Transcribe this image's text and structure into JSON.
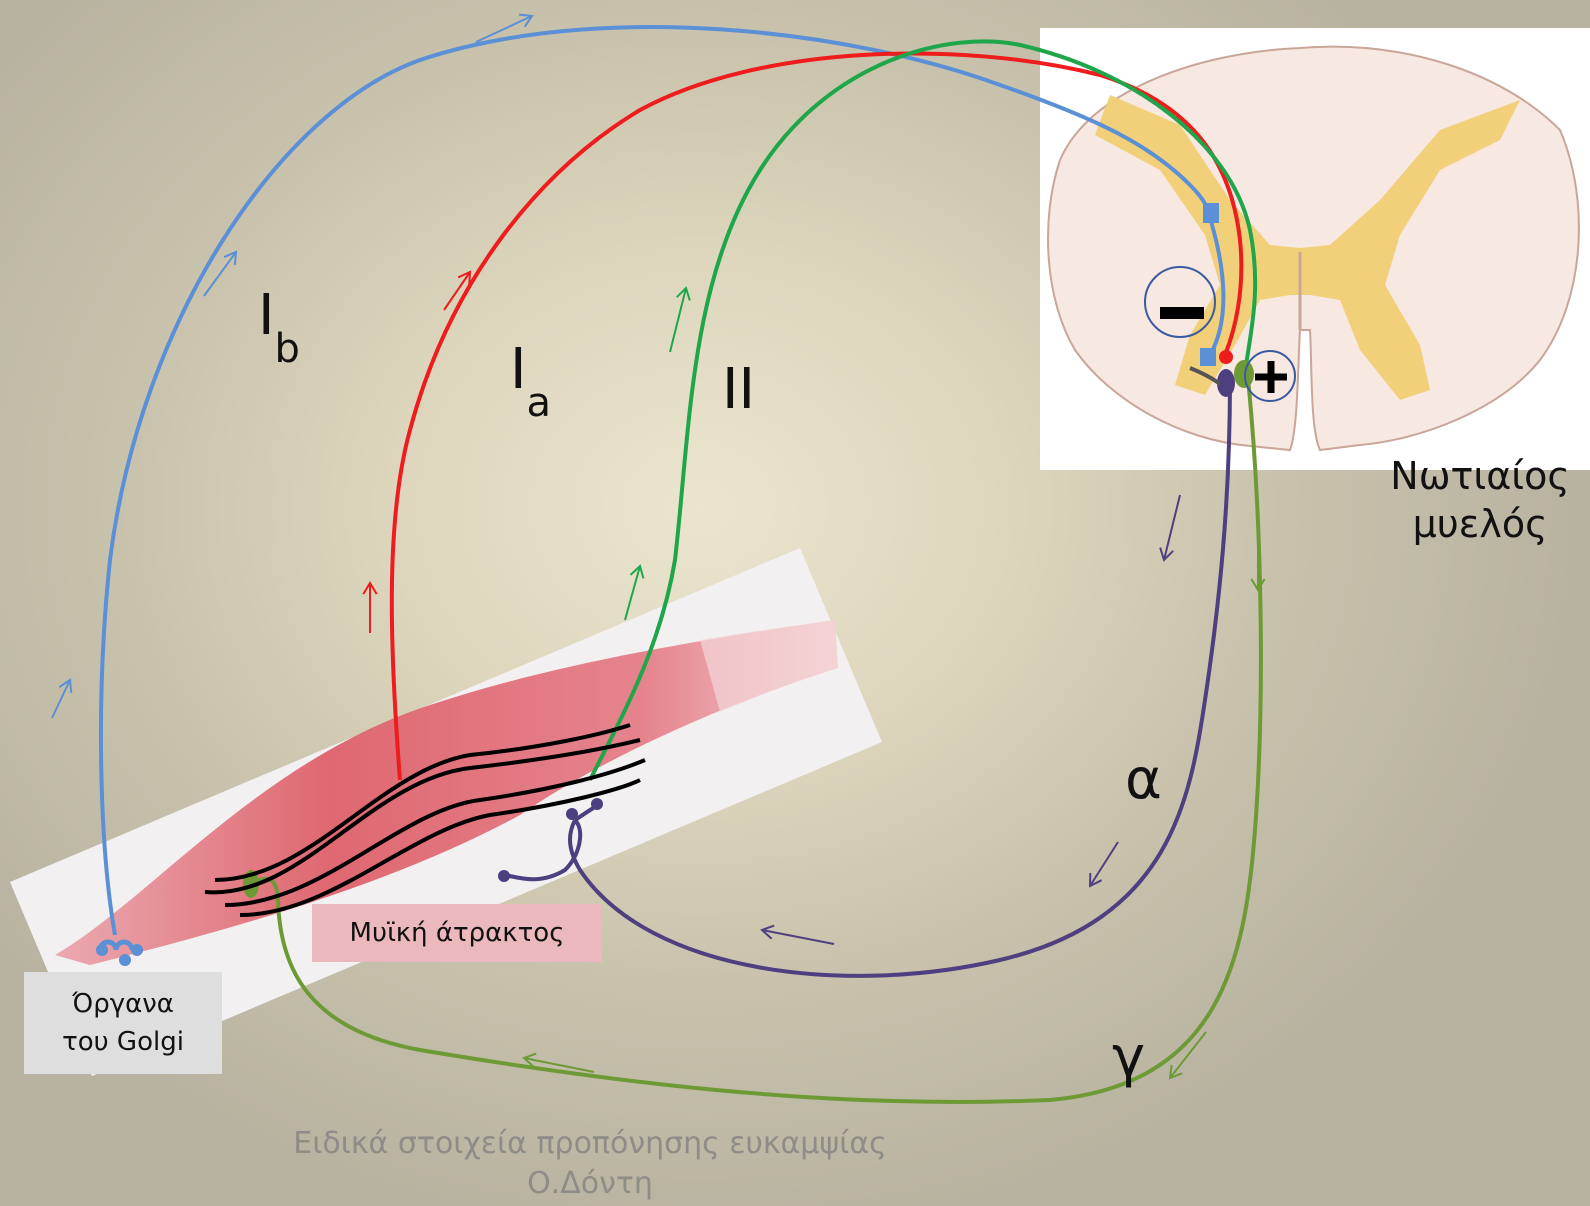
{
  "fibers": {
    "ib": {
      "letter": "I",
      "sub": "b"
    },
    "ia": {
      "letter": "I",
      "sub": "a"
    },
    "ii": {
      "label": "II"
    },
    "alpha": {
      "label": "α"
    },
    "gamma": {
      "label": "γ"
    }
  },
  "signs": {
    "minus": "−",
    "plus": "+"
  },
  "labels": {
    "spinal_cord": [
      "Νωτιαίος",
      "μυελός"
    ],
    "muscle_spindle": "Μυϊκή άτρακτος",
    "golgi_organs": [
      "Όργανα",
      "του Golgi"
    ]
  },
  "footer": [
    "Ειδικά στοιχεία προπόνησης ευκαμψίας",
    "Ο.Δόντη"
  ],
  "colors": {
    "ib": "#5b8fd6",
    "ia": "#ee1c1c",
    "ii": "#1fa64a",
    "alpha": "#4e3f80",
    "gamma": "#6e9a36",
    "muscle": "#e0626c",
    "grey_matter": "#f1cf74",
    "white_matter": "#f6e8e0"
  },
  "icons": [
    "arrow-icon",
    "minus-sign-icon",
    "plus-sign-icon",
    "synapse-icon",
    "spindle-icon"
  ]
}
